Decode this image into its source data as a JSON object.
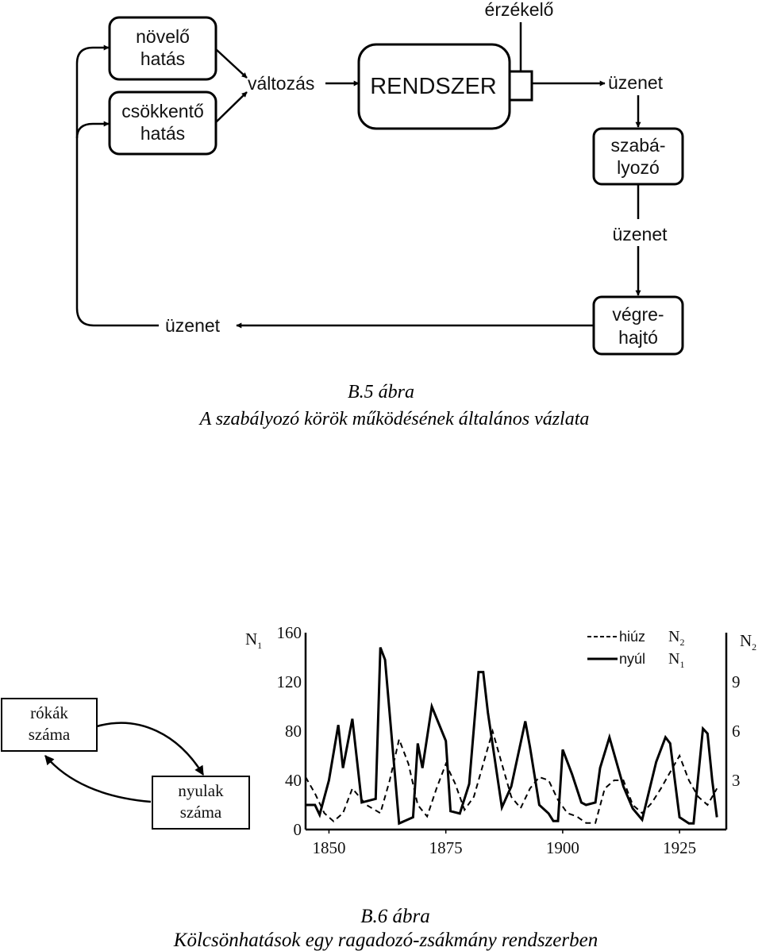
{
  "fig5": {
    "boxes": {
      "novelo_1": "növelő",
      "novelo_2": "hatás",
      "csokkento_1": "csökkentő",
      "csokkento_2": "hatás",
      "rendszer": "RENDSZER",
      "szabalyozo_1": "szabá-",
      "szabalyozo_2": "lyozó",
      "vegrehajto_1": "végre-",
      "vegrehajto_2": "hajtó"
    },
    "labels": {
      "valtozas": "változás",
      "erzekelo": "érzékelő",
      "uzenet_1": "üzenet",
      "uzenet_2": "üzenet",
      "uzenet_3": "üzenet"
    },
    "caption_1": "B.5 ábra",
    "caption_2": "A szabályozó körök működésének általános vázlata"
  },
  "fig6": {
    "boxes": {
      "rokak_1": "rókák",
      "rokak_2": "száma",
      "nyulak_1": "nyulak",
      "nyulak_2": "száma"
    },
    "caption_1": "B.6 ábra",
    "caption_2": "Kölcsönhatások egy ragadozó-zsákmány rendszerben"
  },
  "chart_data": {
    "type": "line",
    "y_left_label": "N",
    "y_left_sub": "1",
    "y_right_label": "N",
    "y_right_sub": "2",
    "ylim_left": [
      0,
      160
    ],
    "ylim_right": [
      0,
      12
    ],
    "xlim": [
      1845,
      1935
    ],
    "x_ticks": [
      "1850",
      "1875",
      "1900",
      "1925"
    ],
    "x_tick_values": [
      1850,
      1875,
      1900,
      1925
    ],
    "y_left_ticks": [
      "0",
      "40",
      "80",
      "120",
      "160"
    ],
    "y_left_tick_values": [
      0,
      40,
      80,
      120,
      160
    ],
    "y_right_ticks": [
      "3",
      "6",
      "9"
    ],
    "y_right_tick_values": [
      3,
      6,
      9
    ],
    "legend": {
      "placement": "top-right"
    },
    "series": [
      {
        "name": "nyúl",
        "name_sym": "N",
        "name_sub": "1",
        "axis": "left",
        "style": "solid",
        "x": [
          1845,
          1847,
          1848,
          1850,
          1852,
          1853,
          1855,
          1857,
          1860,
          1861,
          1862,
          1865,
          1868,
          1869,
          1870,
          1872,
          1875,
          1876,
          1878,
          1880,
          1882,
          1883,
          1884,
          1887,
          1889,
          1892,
          1893,
          1895,
          1897,
          1898,
          1899,
          1900,
          1902,
          1904,
          1905,
          1907,
          1908,
          1910,
          1913,
          1915,
          1917,
          1920,
          1922,
          1923,
          1925,
          1927,
          1928,
          1930,
          1931,
          1932,
          1933
        ],
        "y": [
          20,
          20,
          12,
          40,
          85,
          50,
          90,
          22,
          25,
          148,
          138,
          5,
          10,
          70,
          50,
          100,
          72,
          15,
          13,
          37,
          128,
          128,
          95,
          18,
          35,
          88,
          67,
          20,
          13,
          7,
          7,
          65,
          45,
          22,
          20,
          22,
          50,
          75,
          35,
          17,
          8,
          55,
          75,
          70,
          10,
          5,
          5,
          82,
          78,
          40,
          10
        ]
      },
      {
        "name": "hiúz",
        "name_sym": "N",
        "name_sub": "2",
        "axis": "right",
        "style": "dashed",
        "x": [
          1845,
          1847,
          1849,
          1851,
          1853,
          1855,
          1858,
          1861,
          1863,
          1865,
          1867,
          1869,
          1871,
          1873,
          1875,
          1877,
          1879,
          1881,
          1883,
          1885,
          1887,
          1889,
          1891,
          1893,
          1895,
          1897,
          1899,
          1901,
          1903,
          1905,
          1907,
          1909,
          1911,
          1913,
          1915,
          1917,
          1919,
          1921,
          1923,
          1925,
          1927,
          1929,
          1931,
          1933
        ],
        "y": [
          3.2,
          2.2,
          1.0,
          0.5,
          1.0,
          2.5,
          1.5,
          1.0,
          3.0,
          5.5,
          4.0,
          1.5,
          0.8,
          2.5,
          4.0,
          2.8,
          1.2,
          2.0,
          4.0,
          6.0,
          4.0,
          2.0,
          1.3,
          2.5,
          3.2,
          3.0,
          1.8,
          1.0,
          0.8,
          0.4,
          0.4,
          2.5,
          3.0,
          3.0,
          1.5,
          1.0,
          1.6,
          2.5,
          3.5,
          4.5,
          3.0,
          2.0,
          1.5,
          2.5
        ]
      }
    ]
  }
}
